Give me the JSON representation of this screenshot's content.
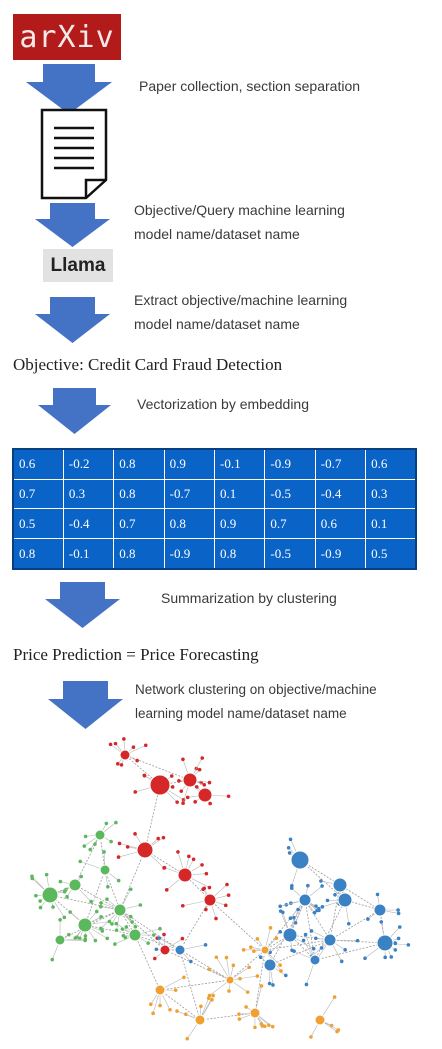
{
  "logo": {
    "text": "arXiv"
  },
  "llama": {
    "text": "Llama"
  },
  "steps": [
    {
      "lines": [
        "Paper collection, section separation"
      ]
    },
    {
      "lines": [
        "Objective/Query machine learning",
        "model name/dataset name"
      ]
    },
    {
      "lines": [
        "Extract objective/machine learning",
        "model name/dataset name"
      ]
    },
    {
      "lines": [
        "Vectorization by embedding"
      ]
    },
    {
      "lines": [
        "Summarization by clustering"
      ]
    },
    {
      "lines": [
        "Network clustering on objective/machine",
        "learning model name/dataset name"
      ]
    }
  ],
  "examples": {
    "objective": "Objective: Credit Card Fraud Detection",
    "equivalence": "Price Prediction = Price Forecasting"
  },
  "embedding_matrix": [
    [
      "0.6",
      "-0.2",
      "0.8",
      "0.9",
      "-0.1",
      "-0.9",
      "-0.7",
      "0.6"
    ],
    [
      "0.7",
      "0.3",
      "0.8",
      "-0.7",
      "0.1",
      "-0.5",
      "-0.4",
      "0.3"
    ],
    [
      "0.5",
      "-0.4",
      "0.7",
      "0.8",
      "0.9",
      "0.7",
      "0.6",
      "0.1"
    ],
    [
      "0.8",
      "-0.1",
      "0.8",
      "-0.9",
      "0.8",
      "-0.5",
      "-0.9",
      "0.5"
    ]
  ],
  "colors": {
    "arrow": "#4472c4",
    "arxiv_red": "#b31b1b",
    "table_blue": "#0a63c6",
    "cluster_red": "#d62728",
    "cluster_green": "#5cb85c",
    "cluster_blue": "#3b82c4",
    "cluster_orange": "#f0a030"
  },
  "icons": [
    "arxiv-logo",
    "document-icon",
    "down-arrow-icon",
    "network-graph"
  ]
}
